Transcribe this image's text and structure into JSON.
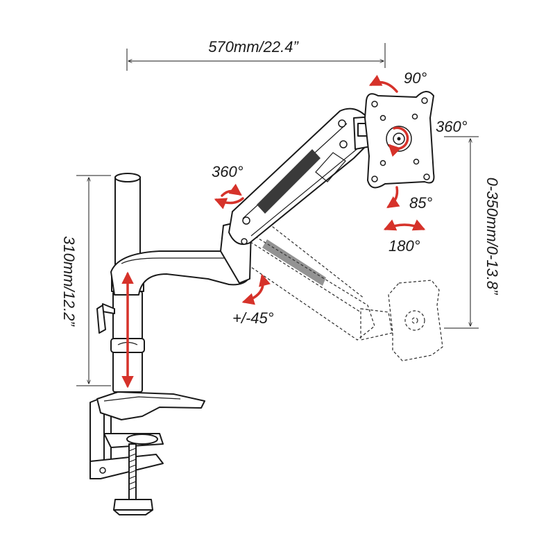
{
  "colors": {
    "arrow": "#d6322a",
    "line": "#1a1a1a",
    "background": "#ffffff"
  },
  "labels": {
    "reach": "570mm/22.4”",
    "tilt_up": "90°",
    "rotate_screen": "360°",
    "rotate_arm": "360°",
    "tilt_down": "85°",
    "swivel": "180°",
    "arm_angle": "+/-45°",
    "pole_height": "310mm/12.2”",
    "vertical_range": "0-350mm/0-13.8”"
  }
}
